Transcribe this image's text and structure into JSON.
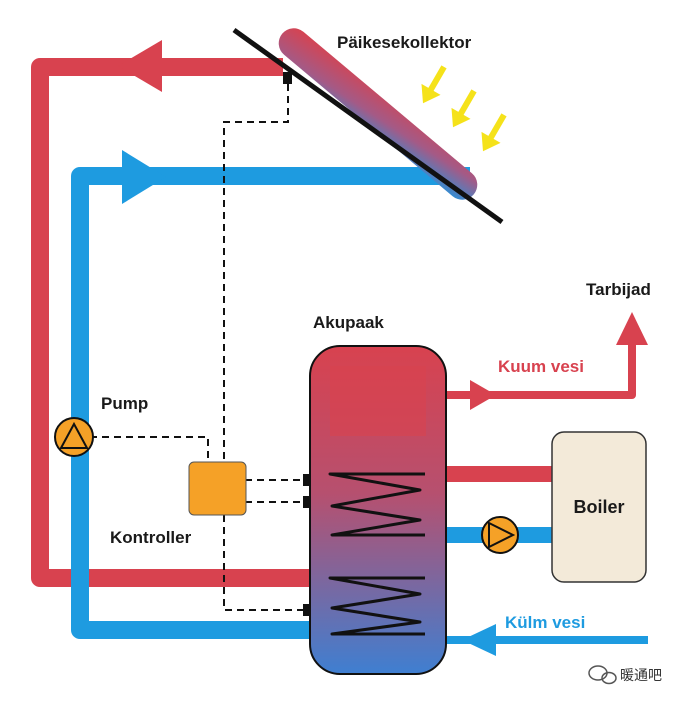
{
  "labels": {
    "collector": "Päikesekollektor",
    "consumers": "Tarbijad",
    "tank": "Akupaak",
    "hot_water": "Kuum vesi",
    "pump": "Pump",
    "controller": "Kontroller",
    "boiler": "Boiler",
    "cold_water": "Külm vesi"
  },
  "watermark": "暖通吧",
  "colors": {
    "hot": "#d8424f",
    "cold": "#1e9be0",
    "pump": "#f5a127",
    "controller": "#f5a127",
    "boiler": "#f3ead9",
    "sun_arrows": "#f5e21a"
  },
  "icons": {
    "pumps": "pump-icon",
    "sun": "sun-ray-arrow-icon",
    "watermark": "chat-bubble-icon"
  }
}
